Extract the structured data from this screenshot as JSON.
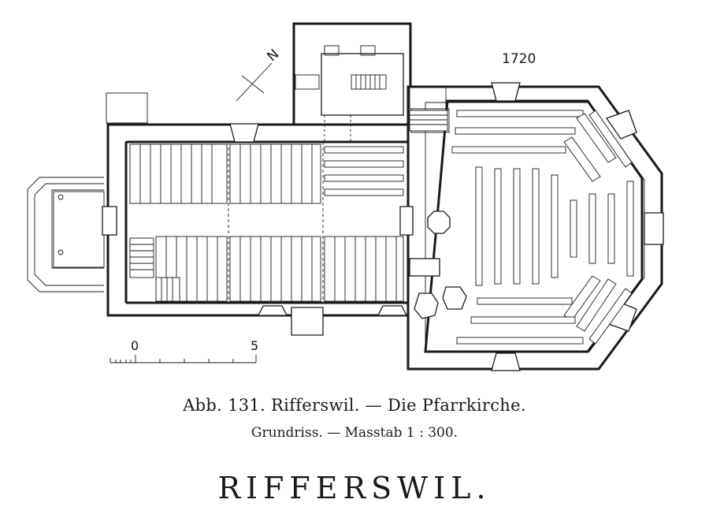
{
  "plan": {
    "date_label": "1720",
    "north_label": "N",
    "scale_start": "0",
    "scale_end": "5"
  },
  "caption": {
    "figure_line": "Abb. 131. Rifferswil. — Die Pfarrkirche.",
    "sub_line": "Grundriss. — Masstab 1 : 300."
  },
  "place_name": "RIFFERSWIL."
}
